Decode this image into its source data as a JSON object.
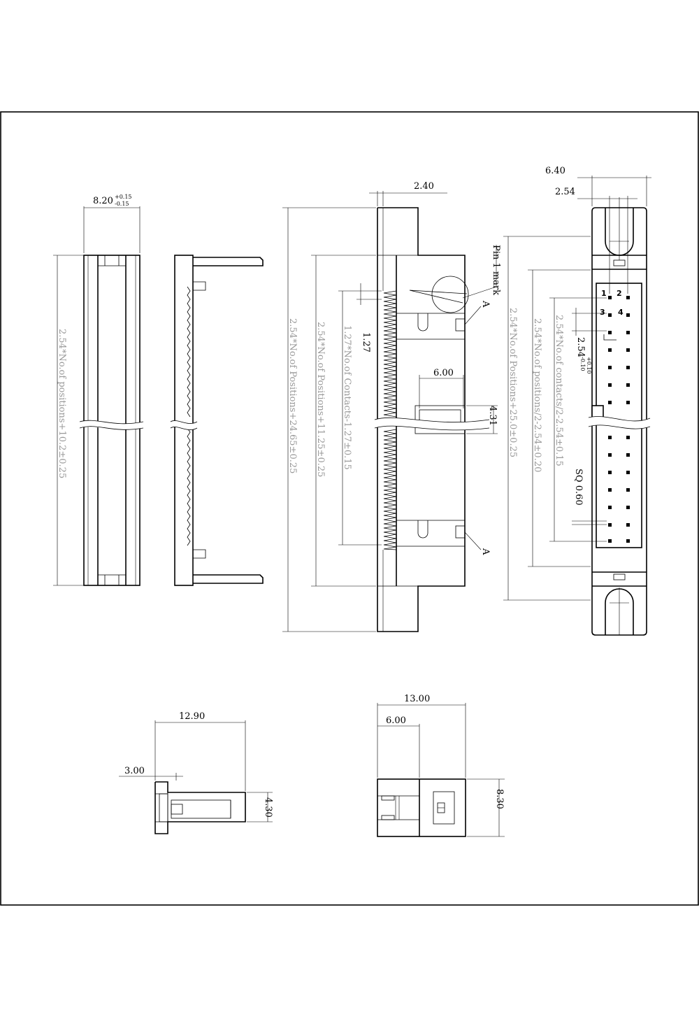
{
  "dims": {
    "side_width": "8.20",
    "side_width_tol_plus": "+0.15",
    "side_width_tol_minus": "-0.15",
    "side_height_label": "2.54*No.of positions+10.2±0.25",
    "top_pitch_offset": "2.40",
    "overall_length": "2.54*No.of Positions+24.65±0.25",
    "housing_length": "2.54*No.of Positions+11.25±0.25",
    "contact_span": "1.27*No.of Contacts-1.27±0.15",
    "pin_pitch_half": "1.27",
    "lock_width": "6.00",
    "lock_height": "4.31",
    "pin1_mark": "Pin 1 mark",
    "section_a": "A",
    "front_width": "6.40",
    "front_pitch": "2.54",
    "front_overall": "2.54*No.of Positions+25.0±0.25",
    "front_housing": "2.54*No.of positions/2-2.54±0.20",
    "front_contacts": "2.54*No.of contacts/2-2.54±0.15",
    "row_pitch": "2.54",
    "row_pitch_tol": "+0.10",
    "row_pitch_tol_minus": "-0.10",
    "pin_square": "SQ 0.60",
    "end_length": "12.90",
    "end_offset": "3.00",
    "end_height": "4.30",
    "bottom_width": "13.00",
    "bottom_inner": "6.00",
    "bottom_height": "8.30",
    "pin_1": "1",
    "pin_2": "2",
    "pin_3": "3",
    "pin_4": "4"
  },
  "colors": {
    "line": "#000000",
    "faint_text": "#9a9a9a",
    "background": "#ffffff"
  }
}
